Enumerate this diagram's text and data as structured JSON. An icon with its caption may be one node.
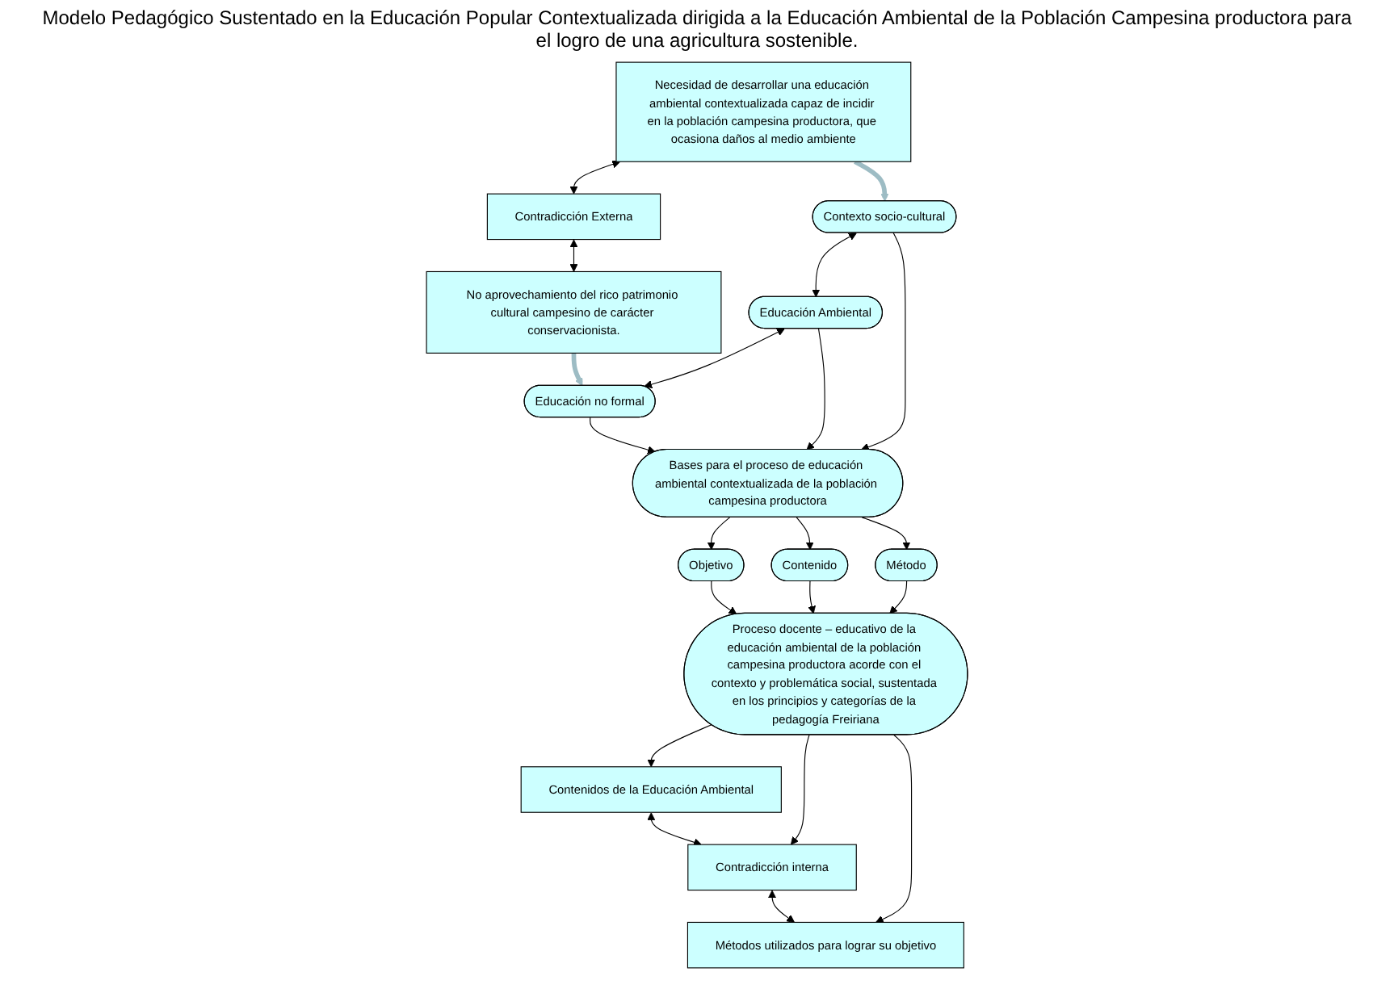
{
  "diagram": {
    "title": "Modelo Pedagógico Sustentado en la Educación Popular Contextualizada dirigida a la Educación Ambiental de la Población Campesina productora para el logro de una agricultura sostenible.",
    "nodes": [
      {
        "text": [
          "Necesidad de desarrollar una educación ambiental contextualizada capaz de incidir en la población campesina productora, que ocasiona daños al medio ambiente"
        ]
      },
      {
        "text": [
          "Contradicción Externa"
        ]
      },
      {
        "text": [
          "No aprovechamiento del rico patrimonio cultural campesino de carácter conservacionista."
        ]
      },
      {
        "text": [
          "Contexto socio-cultural"
        ]
      },
      {
        "text": [
          "Educación Ambiental"
        ]
      },
      {
        "text": [
          "Educación no formal"
        ]
      },
      {
        "text": [
          "Bases para el proceso de educación ambiental contextualizada de la población campesina productora"
        ]
      },
      {
        "text": [
          "Objetivo"
        ]
      },
      {
        "text": [
          "Contenido"
        ]
      },
      {
        "text": [
          "Método"
        ]
      },
      {
        "text": [
          "Proceso docente – educativo de la educación ambiental de la población campesina productora acorde con el contexto y problemática social, sustentada en los principios y categorías de la pedagogía Freiriana"
        ]
      },
      {
        "text": [
          "Contenidos de la Educación Ambiental"
        ]
      },
      {
        "text": [
          "Contradicción interna"
        ]
      },
      {
        "text": [
          "Métodos utilizados para lograr su objetivo"
        ]
      }
    ],
    "edges": [
      {
        "from": 0,
        "to": 1,
        "arrow": "both"
      },
      {
        "from": 1,
        "to": 2,
        "arrow": "both"
      },
      {
        "from": 0,
        "to": 3,
        "arrow": "to",
        "style": "thick",
        "color": "#9dbcc4"
      },
      {
        "from": 2,
        "to": 5,
        "arrow": "to",
        "style": "thick",
        "color": "#9dbcc4"
      },
      {
        "from": 3,
        "to": 4,
        "arrow": "both"
      },
      {
        "from": 4,
        "to": 5,
        "arrow": "both"
      },
      {
        "from": 3,
        "to": 6,
        "arrow": "to"
      },
      {
        "from": 4,
        "to": 6,
        "arrow": "to"
      },
      {
        "from": 5,
        "to": 6,
        "arrow": "to"
      },
      {
        "from": 6,
        "to": 7,
        "arrow": "to"
      },
      {
        "from": 6,
        "to": 8,
        "arrow": "to"
      },
      {
        "from": 6,
        "to": 9,
        "arrow": "to"
      },
      {
        "from": 7,
        "to": 10,
        "arrow": "to"
      },
      {
        "from": 8,
        "to": 10,
        "arrow": "to"
      },
      {
        "from": 9,
        "to": 10,
        "arrow": "to"
      },
      {
        "from": 10,
        "to": 11,
        "arrow": "to"
      },
      {
        "from": 10,
        "to": 12,
        "arrow": "to"
      },
      {
        "from": 10,
        "to": 13,
        "arrow": "to"
      },
      {
        "from": 11,
        "to": 12,
        "arrow": "both"
      },
      {
        "from": 12,
        "to": 13,
        "arrow": "both"
      }
    ]
  }
}
